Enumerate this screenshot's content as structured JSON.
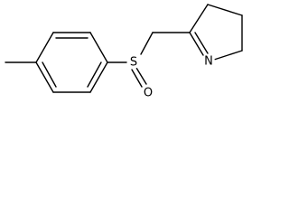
{
  "molecule": {
    "type": "skeletal-structure",
    "atoms": {
      "sulfur": "S",
      "oxygen": "O",
      "nitrogen": "N"
    },
    "colors": {
      "bond": "#000000",
      "label": "#000000",
      "background": "#ffffff"
    }
  }
}
